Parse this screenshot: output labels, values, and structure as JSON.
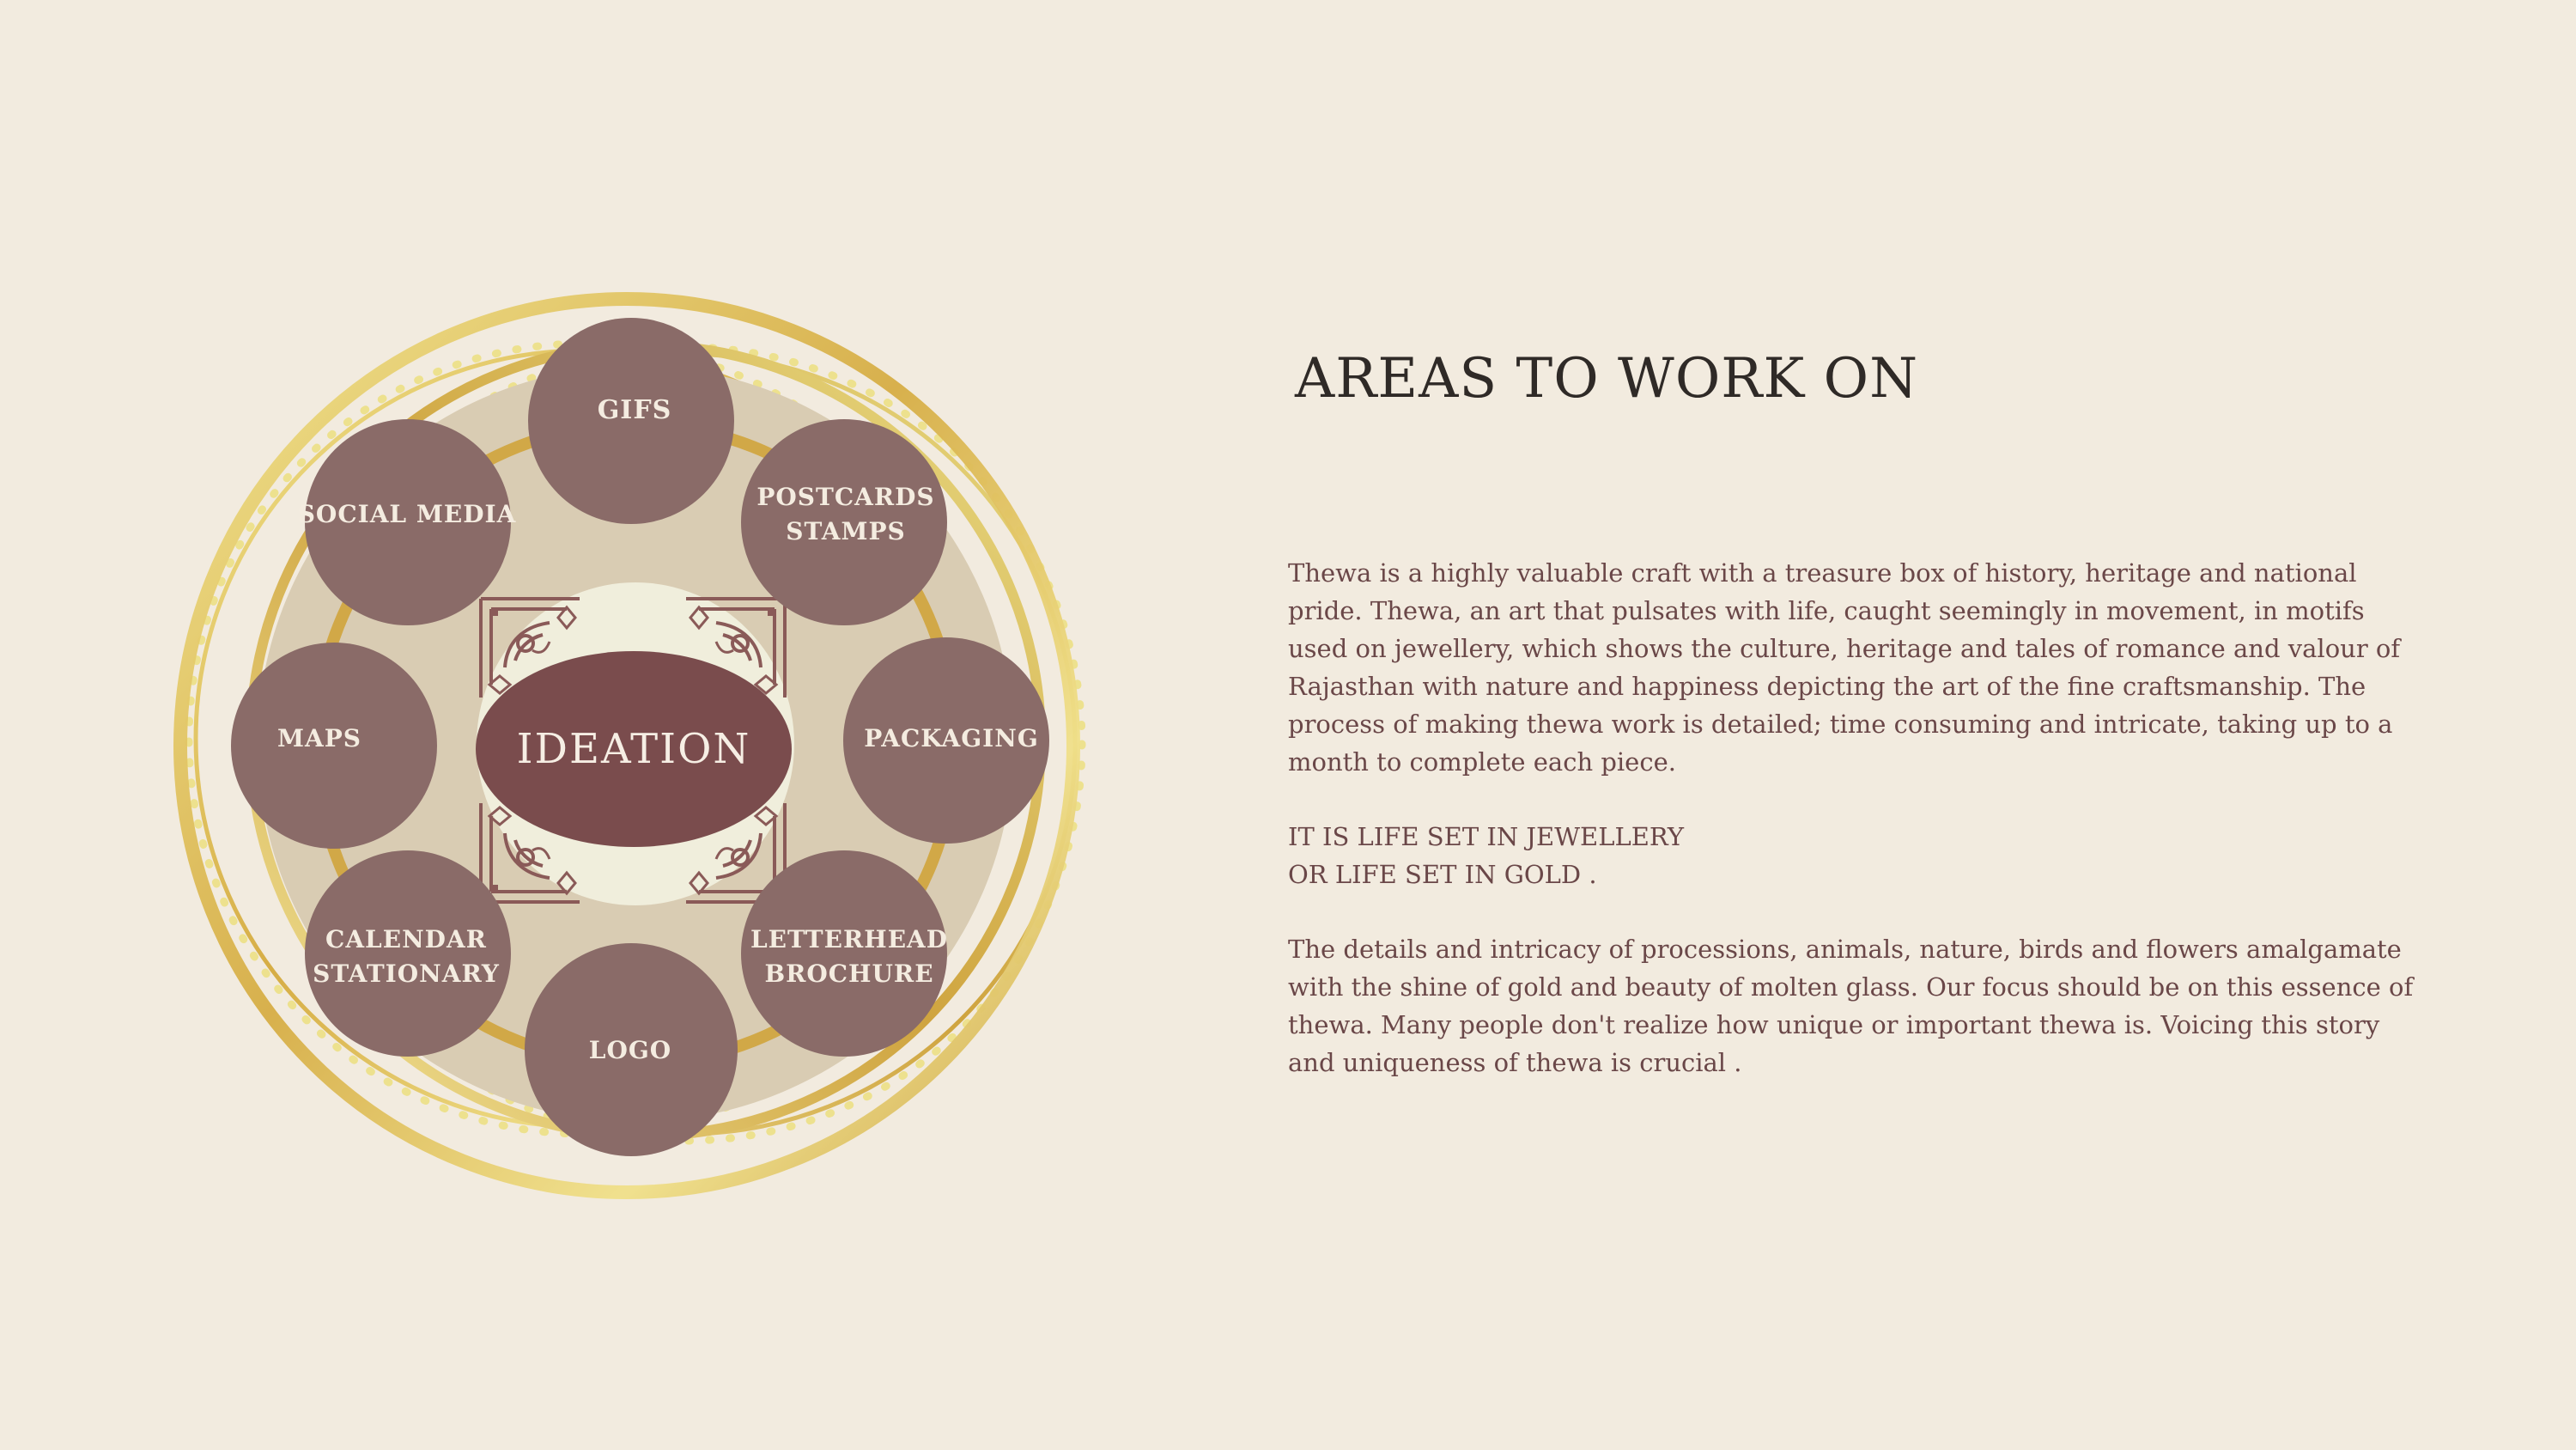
{
  "slide": {
    "title": "AREAS TO WORK ON",
    "paragraph1": [
      "Thewa is a highly valuable craft with a treasure box of history, heritage and national",
      "pride. Thewa, an art that pulsates with life, caught seemingly in movement, in motifs",
      "used on jewellery, which shows the culture, heritage and tales of romance and valour of",
      "Rajasthan with nature and happiness depicting the art of the fine craftsmanship. The",
      "process of making thewa work is detailed; time consuming and intricate, taking up to a",
      "month to complete each piece."
    ],
    "tagline": [
      "IT IS LIFE SET IN JEWELLERY",
      "OR LIFE SET IN GOLD ."
    ],
    "paragraph2": [
      "The details and intricacy of processions, animals, nature, birds and flowers amalgamate",
      "with the shine of gold and beauty of molten glass. Our focus should be on this essence of",
      "thewa. Many people don't realize how unique or important thewa is. Voicing this story",
      "and uniqueness of thewa is crucial ."
    ]
  },
  "diagram": {
    "center_label": "IDEATION",
    "nodes": {
      "gifs": [
        "GIFS"
      ],
      "social_media": [
        "SOCIAL MEDIA"
      ],
      "postcards_stamps": [
        "POSTCARDS",
        "STAMPS"
      ],
      "maps": [
        "MAPS"
      ],
      "packaging": [
        "PACKAGING"
      ],
      "calendar_stationary": [
        "CALENDAR",
        "STATIONARY"
      ],
      "letterhead_brochure": [
        "LETTERHEAD",
        "BROCHURE"
      ],
      "logo": [
        "LOGO"
      ]
    },
    "colors": {
      "node_fill": "#8a6b68",
      "center_fill": "#7a4c4d",
      "gold": "#d4ab48",
      "pale_gold": "#ece08a",
      "disc": "#d9ccb3",
      "cream": "#f0eedc",
      "ornament": "#8a5a58"
    }
  }
}
